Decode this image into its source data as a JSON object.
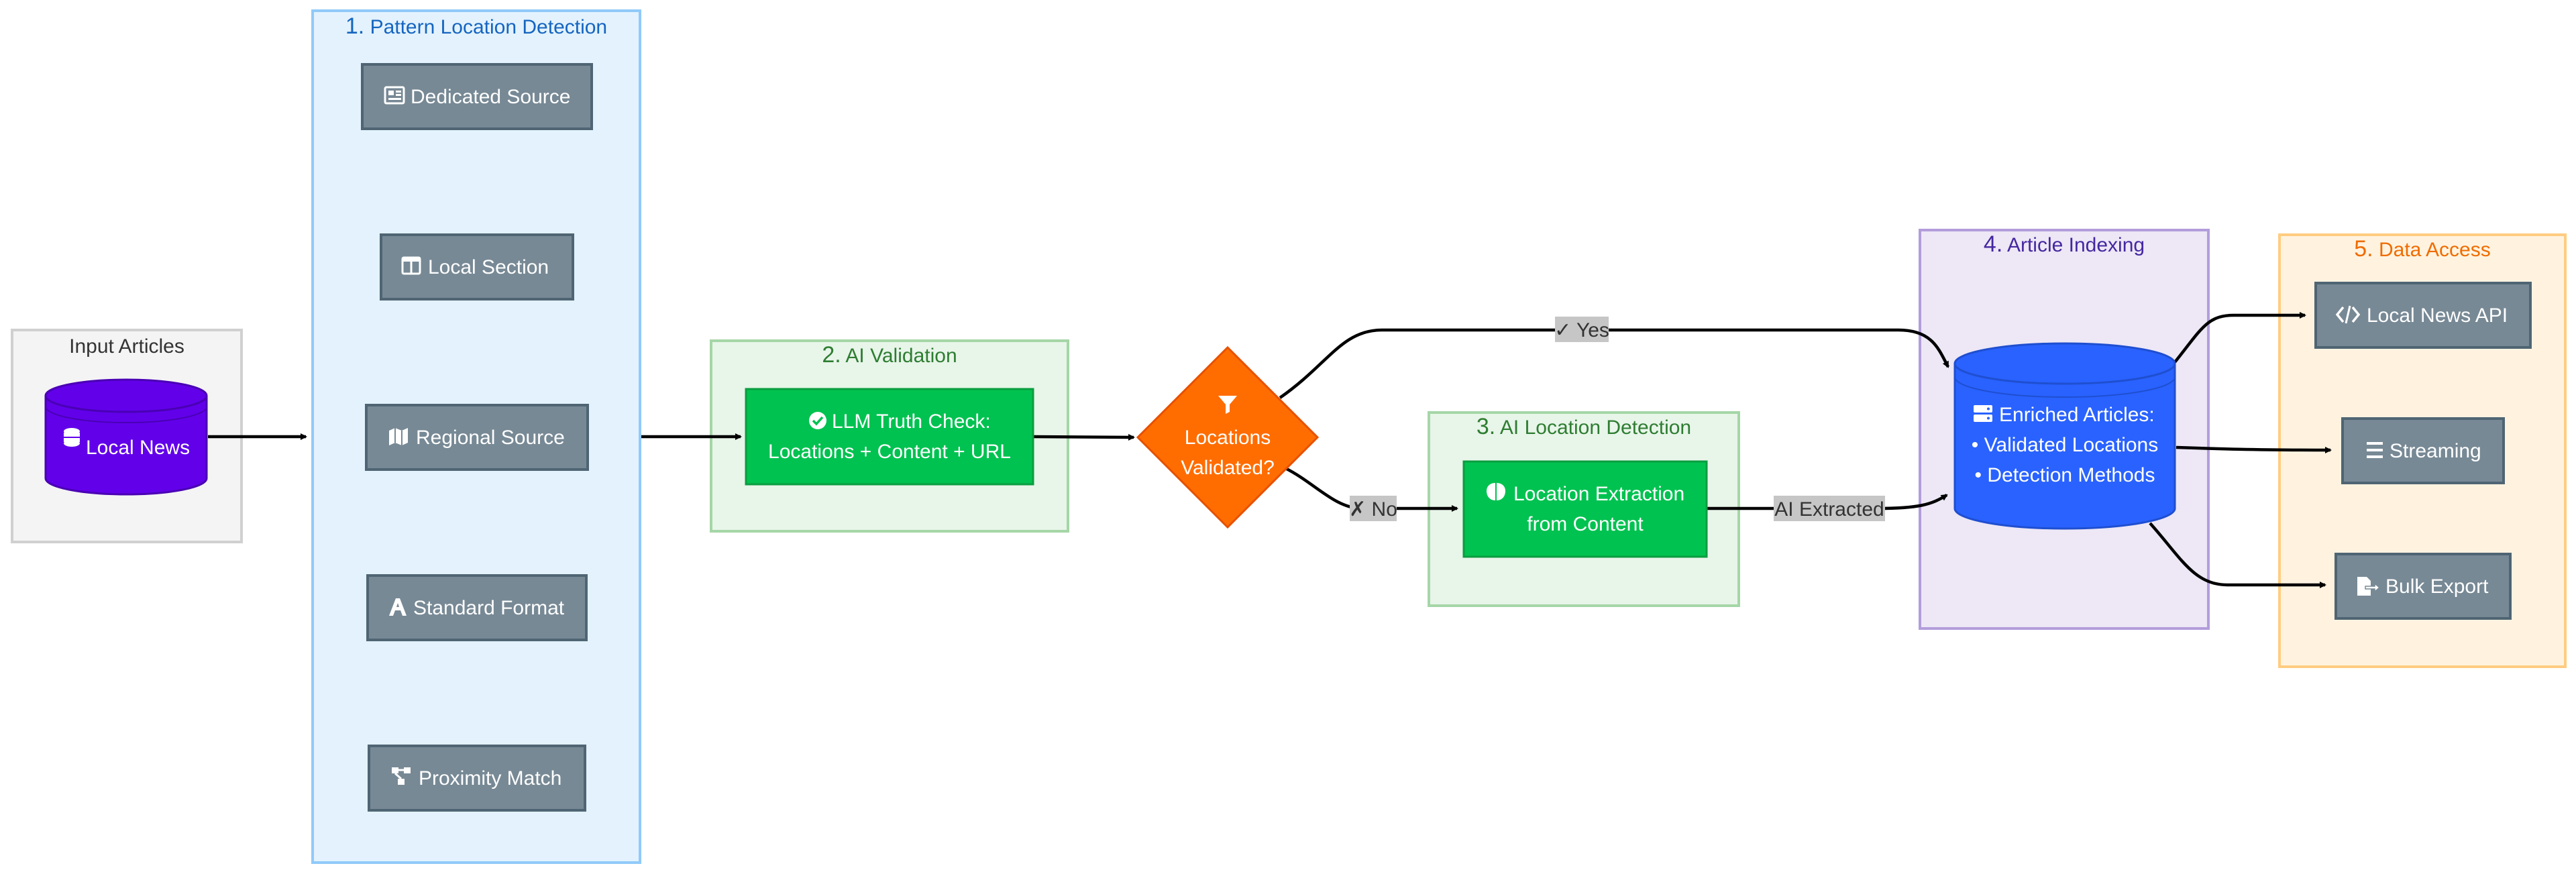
{
  "clusters": {
    "input": {
      "title": "Input Articles"
    },
    "c1": {
      "num": "1.",
      "title": "Pattern Location Detection"
    },
    "c2": {
      "num": "2.",
      "title": "AI Validation"
    },
    "c3": {
      "num": "3.",
      "title": "AI Location Detection"
    },
    "c4": {
      "num": "4.",
      "title": "Article Indexing"
    },
    "c5": {
      "num": "5.",
      "title": "Data Access"
    }
  },
  "nodes": {
    "local_news": {
      "label": "Local News",
      "icon": "database-icon"
    },
    "dedicated_source": {
      "label": "Dedicated Source",
      "icon": "newspaper-icon"
    },
    "local_section": {
      "label": "Local Section",
      "icon": "columns-icon"
    },
    "regional_source": {
      "label": "Regional Source",
      "icon": "map-icon"
    },
    "standard_format": {
      "label": "Standard Format",
      "icon": "font-icon"
    },
    "proximity_match": {
      "label": "Proximity Match",
      "icon": "sitemap-icon"
    },
    "llm_check": {
      "line1": "LLM Truth Check:",
      "line2": "Locations + Content + URL",
      "icon": "check-circle-icon"
    },
    "decision": {
      "line1": "Locations",
      "line2": "Validated?",
      "icon": "filter-icon"
    },
    "extraction": {
      "line1": "Location Extraction",
      "line2": "from Content",
      "icon": "brain-icon"
    },
    "enriched": {
      "line1": "Enriched Articles:",
      "line2": "• Validated Locations",
      "line3": "• Detection Methods",
      "icon": "server-icon"
    },
    "api": {
      "label": "Local News API",
      "icon": "code-icon"
    },
    "streaming": {
      "label": "Streaming",
      "icon": "bars-icon"
    },
    "bulk_export": {
      "label": "Bulk Export",
      "icon": "file-export-icon"
    }
  },
  "edges": {
    "yes": "✓ Yes",
    "no": "✗ No",
    "ai_extracted": "AI Extracted"
  },
  "colors": {
    "input_fill": "#f4f4f4",
    "c1_fill": "#e3f2fd",
    "c1_stroke": "#90caf9",
    "c1_title": "#1565c0",
    "green_fill": "#e8f5e9",
    "green_stroke": "#a5d6a7",
    "green_title": "#2e7d32",
    "purple_fill": "#ede7f6",
    "purple_stroke": "#b39ddb",
    "purple_title": "#4527a0",
    "orange_fill": "#fff3e0",
    "orange_stroke": "#ffcc80",
    "orange_title": "#ef6c00",
    "node_gray": "#778995",
    "node_green": "#00c250",
    "decision_orange": "#ff6d00",
    "local_news_purple": "#6200ea",
    "enriched_blue": "#2962ff",
    "edge_label_bg": "#c6c6c6"
  }
}
